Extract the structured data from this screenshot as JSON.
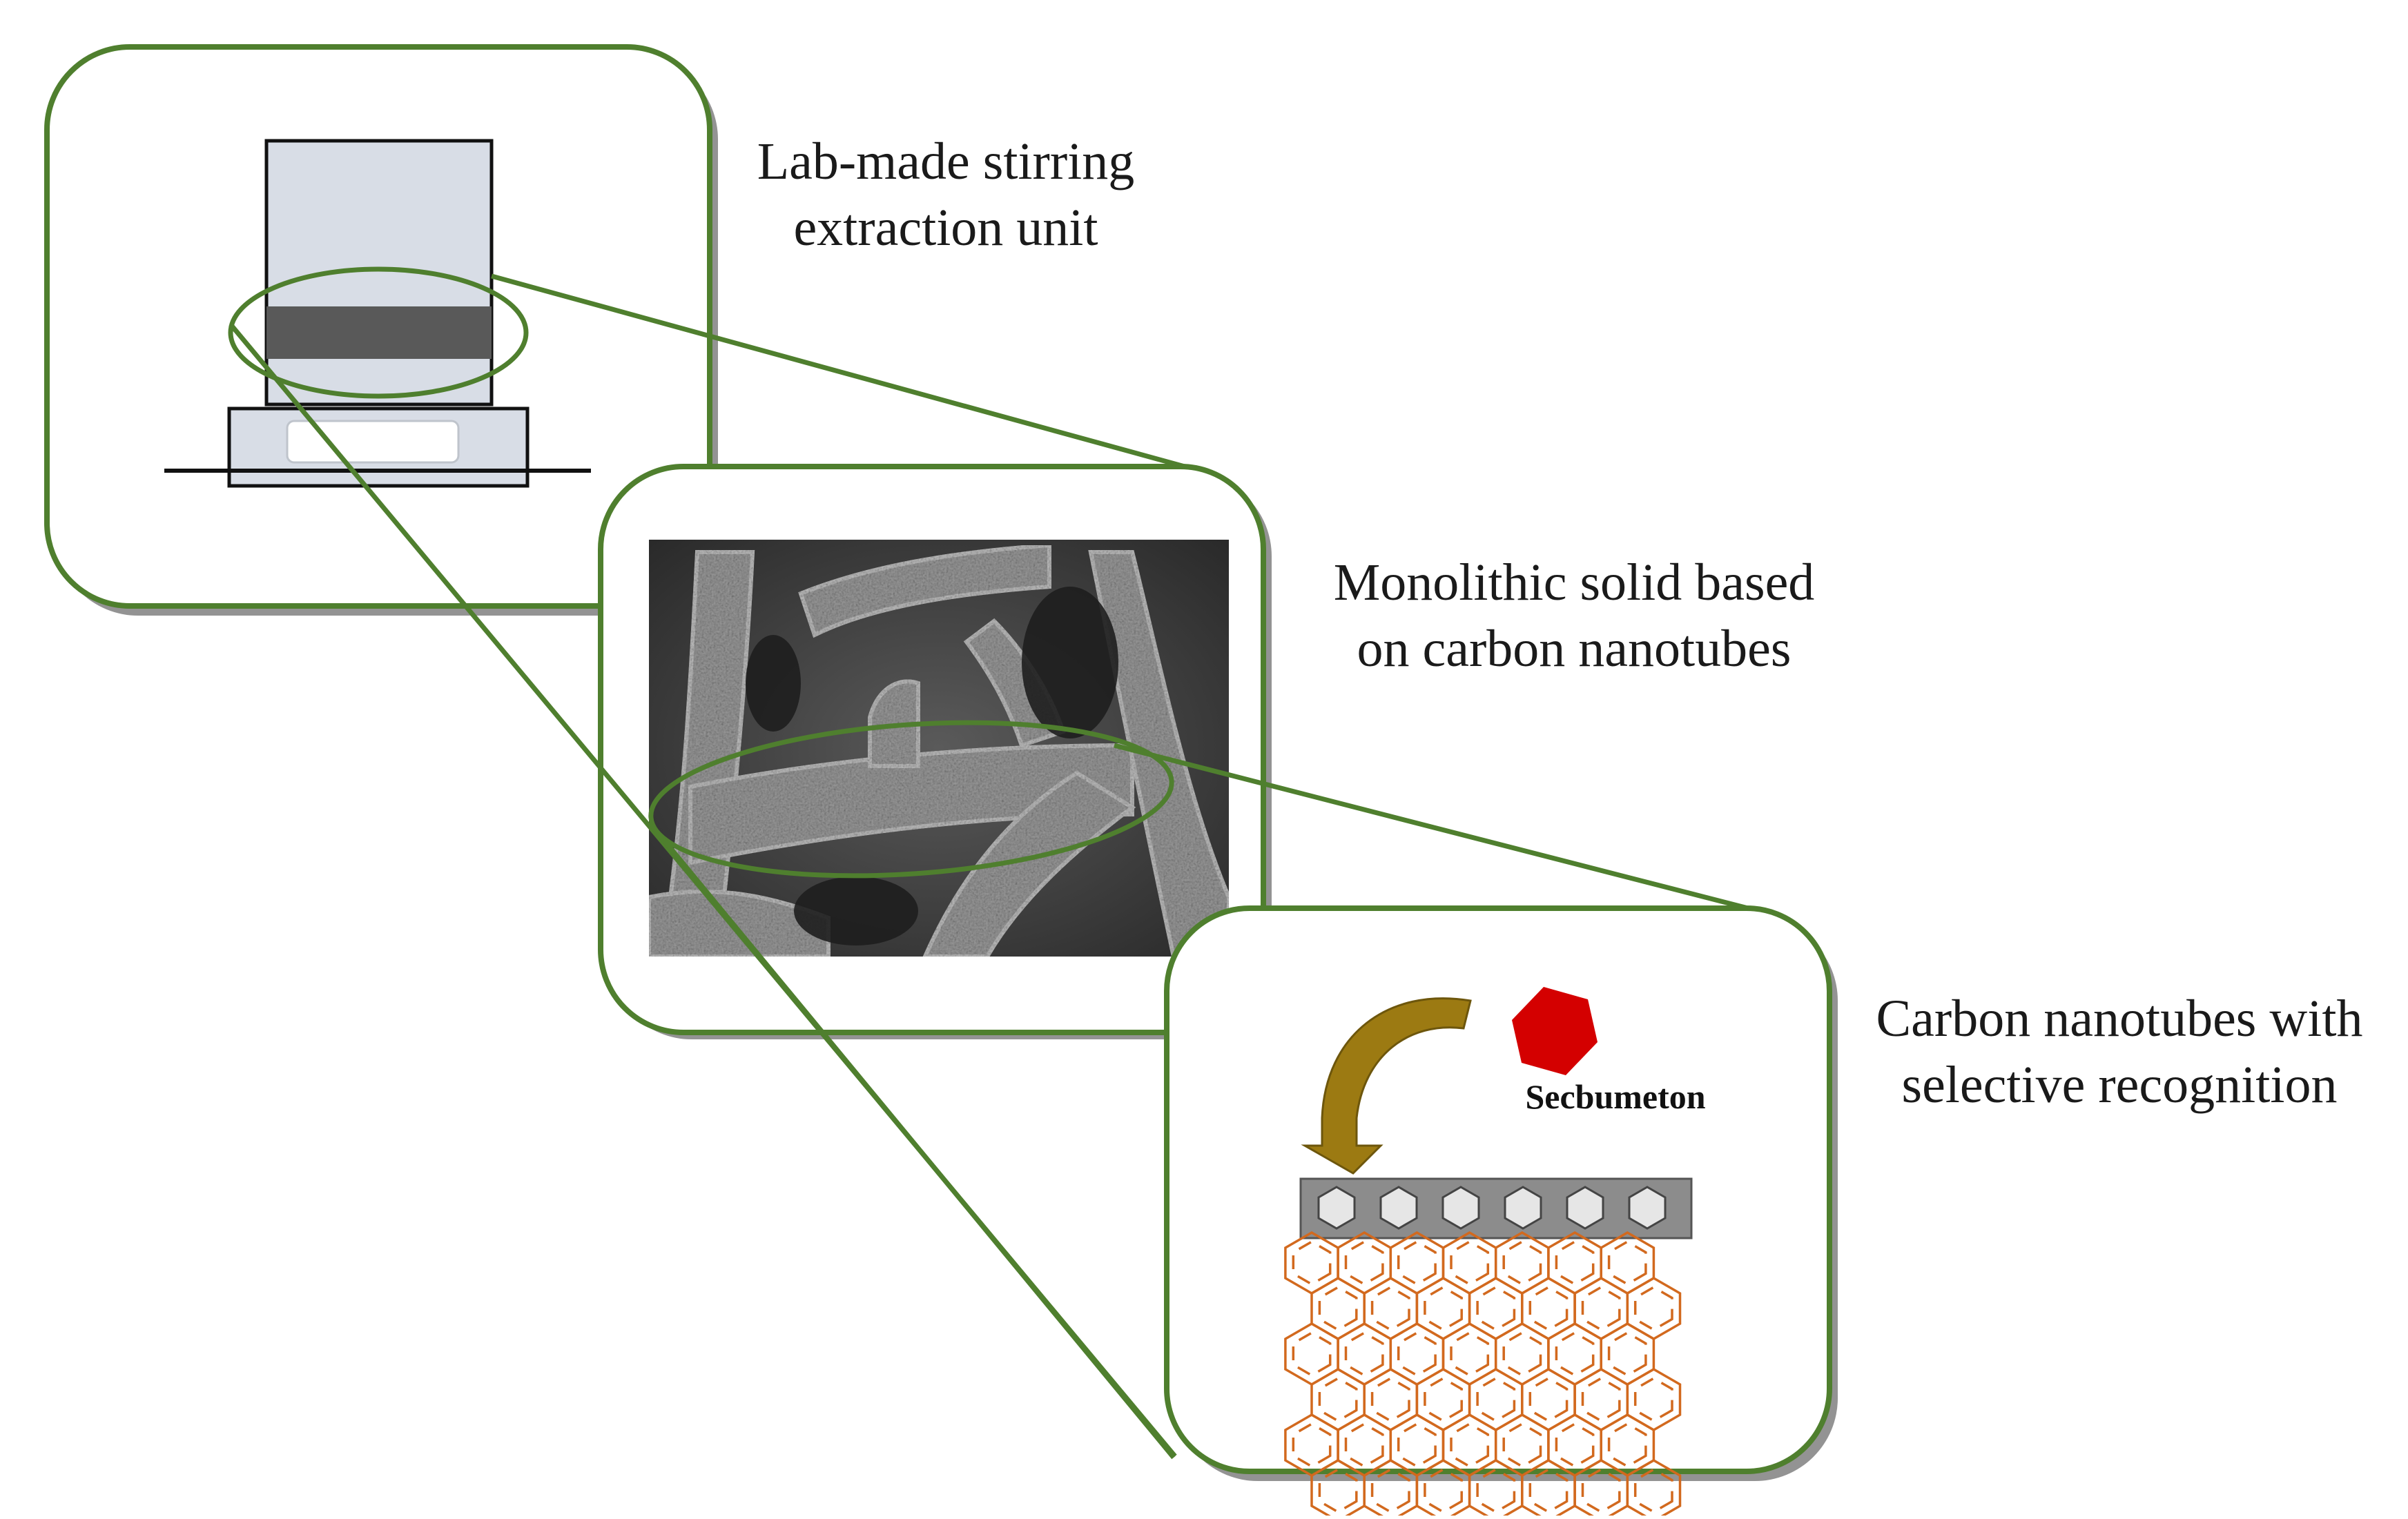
{
  "panels": [
    {
      "caption_lines": [
        "Lab-made stirring",
        "extraction unit"
      ]
    },
    {
      "caption_lines": [
        "Monolithic solid based",
        "on carbon nanotubes"
      ]
    },
    {
      "caption_lines": [
        "Carbon nanotubes with",
        "selective recognition"
      ]
    }
  ],
  "molecule_label": "Secbumeton",
  "colors": {
    "frame": "#4f7f2e",
    "frame_shadow": "#3d3d3d",
    "vial": "#d8dde6",
    "band": "#595959",
    "molecule": "#d40000",
    "arrow": "#9c7a12",
    "polymer_layer": "#8c8c8c",
    "nanotube": "#d2691e"
  },
  "icons": [
    "curved-arrow-icon",
    "hexagon-molecule-icon"
  ]
}
